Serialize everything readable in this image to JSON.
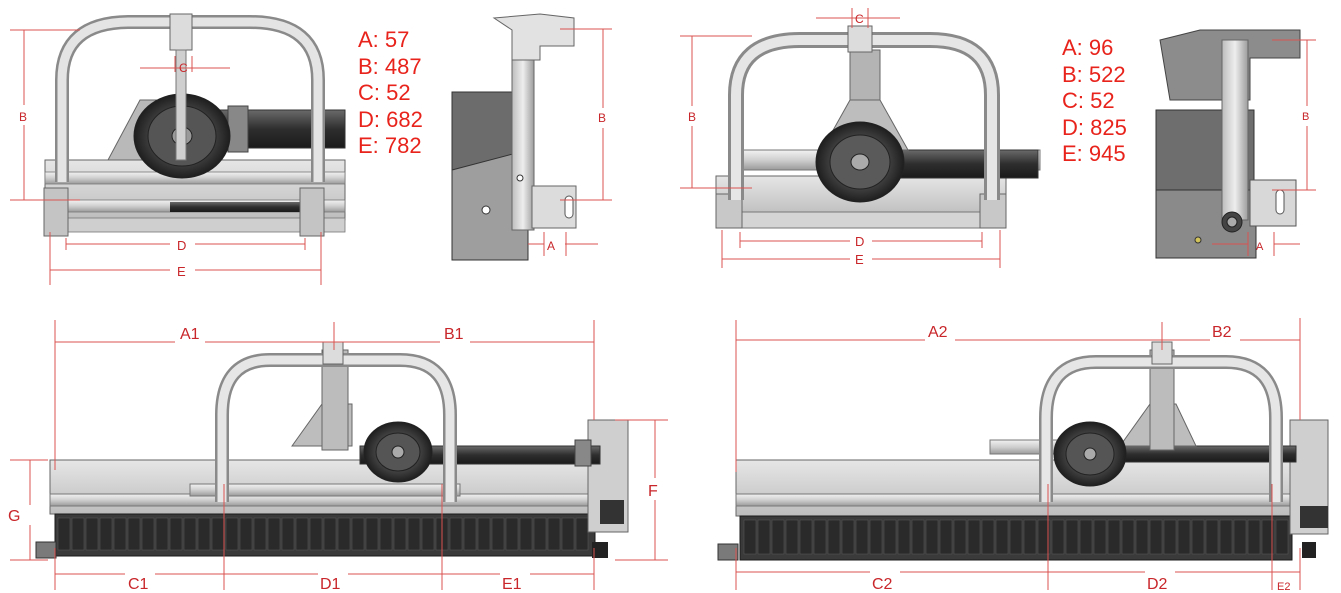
{
  "colors": {
    "dimension_red": "#e8231c",
    "dimension_line": "#d9534f",
    "steel_light": "#d8d8d8",
    "steel_dark": "#3a3a3a",
    "outline": "#555555"
  },
  "top_left": {
    "specs": [
      "A: 57",
      "B: 487",
      "C: 52",
      "D: 682",
      "E: 782"
    ],
    "labels": {
      "A": "A",
      "B": "B",
      "B_side": "B",
      "C": "C",
      "D": "D",
      "E": "E"
    }
  },
  "top_right": {
    "specs": [
      "A: 96",
      "B: 522",
      "C: 52",
      "D: 825",
      "E: 945"
    ],
    "labels": {
      "A": "A",
      "B": "B",
      "B_side": "B",
      "C": "C",
      "D": "D",
      "E": "E"
    }
  },
  "bottom_left": {
    "labels": {
      "A1": "A1",
      "B1": "B1",
      "C1": "C1",
      "D1": "D1",
      "E1": "E1",
      "F": "F",
      "G": "G"
    }
  },
  "bottom_right": {
    "labels": {
      "A2": "A2",
      "B2": "B2",
      "C2": "C2",
      "D2": "D2",
      "E2": "E2"
    }
  }
}
